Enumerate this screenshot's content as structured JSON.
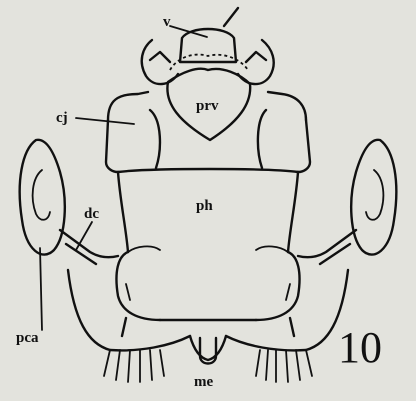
{
  "figure": {
    "number": "10",
    "labels": {
      "v": "v",
      "prv": "prv",
      "cj": "cj",
      "ph": "ph",
      "dc": "dc",
      "pca": "pca",
      "me": "me"
    }
  }
}
